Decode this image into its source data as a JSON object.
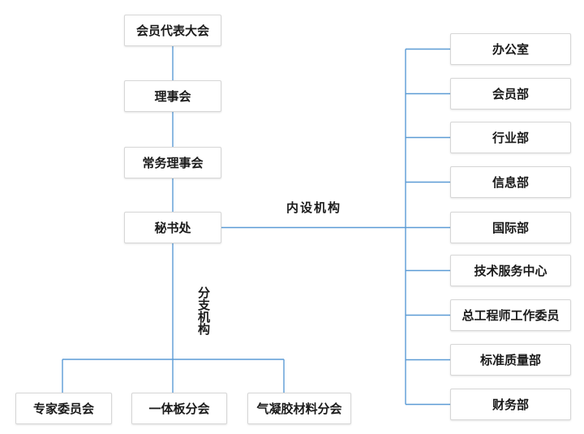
{
  "colors": {
    "line": "#5b9bd5",
    "box-border": "#d6d6d6",
    "text": "#1a1a1a",
    "background": "#ffffff"
  },
  "chain": [
    "会员代表大会",
    "理事会",
    "常务理事会",
    "秘书处"
  ],
  "internal": {
    "group_label": "内设机构",
    "departments": [
      "办公室",
      "会员部",
      "行业部",
      "信息部",
      "国际部",
      "技术服务中心",
      "总工程师工作委员",
      "标准质量部",
      "财务部"
    ]
  },
  "branches": {
    "group_label": "分支机构",
    "items": [
      "专家委员会",
      "一体板分会",
      "气凝胶材料分会"
    ]
  }
}
